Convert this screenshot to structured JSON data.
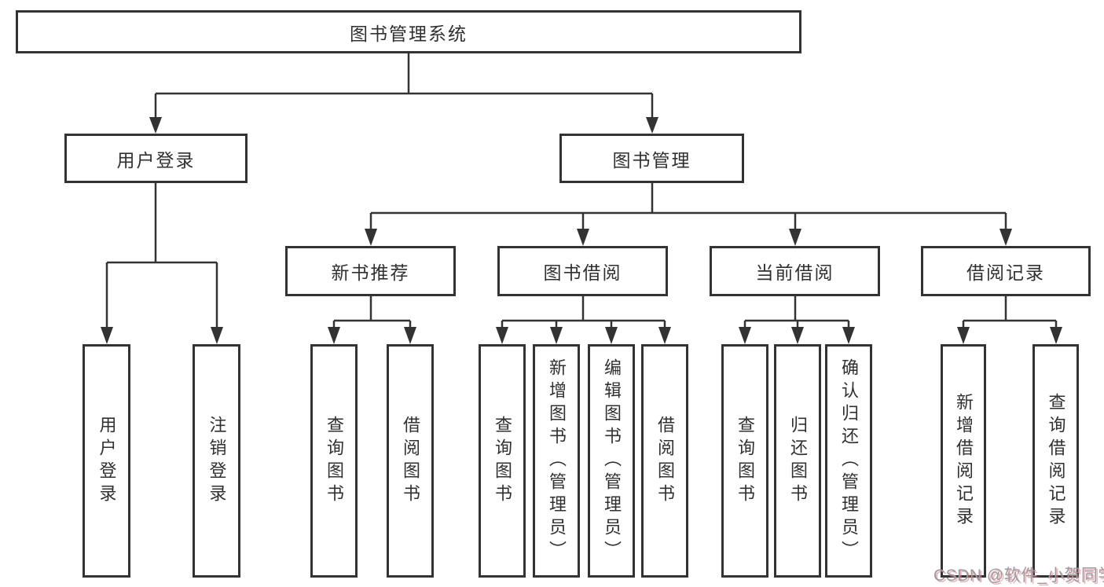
{
  "diagram": {
    "type": "tree",
    "root": {
      "label": "图书管理系统",
      "children": [
        {
          "label": "用户登录",
          "children": [
            {
              "label": "用户登录"
            },
            {
              "label": "注销登录"
            }
          ]
        },
        {
          "label": "图书管理",
          "children": [
            {
              "label": "新书推荐",
              "children": [
                {
                  "label": "查询图书"
                },
                {
                  "label": "借阅图书"
                }
              ]
            },
            {
              "label": "图书借阅",
              "children": [
                {
                  "label": "查询图书"
                },
                {
                  "label": "新增图书（管理员）"
                },
                {
                  "label": "编辑图书（管理员）"
                },
                {
                  "label": "借阅图书"
                }
              ]
            },
            {
              "label": "当前借阅",
              "children": [
                {
                  "label": "查询图书"
                },
                {
                  "label": "归还图书"
                },
                {
                  "label": "确认归还（管理员）"
                }
              ]
            },
            {
              "label": "借阅记录",
              "children": [
                {
                  "label": "新增借阅记录"
                },
                {
                  "label": "查询借阅记录"
                }
              ]
            }
          ]
        }
      ]
    }
  },
  "watermark": {
    "text": "CSDN @软件_小贺同学",
    "text_color": "#9a9aa0",
    "shadow_color": "#e07682"
  },
  "colors": {
    "background": "#ffffff",
    "line": "#333333",
    "box_border": "#333333",
    "box_fill": "#ffffff",
    "text": "#303030"
  }
}
